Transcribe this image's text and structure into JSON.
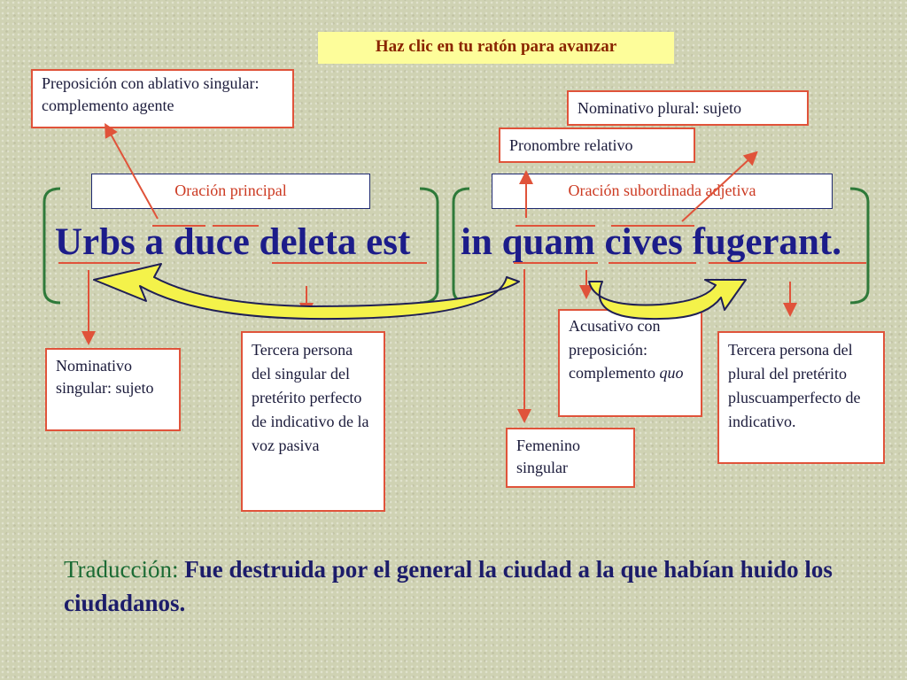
{
  "header": "Haz clic en tu ratón para avanzar",
  "notes": {
    "prep_ablativo": "Preposición con ablativo singular: complemento agente",
    "nom_plural": "Nominativo plural: sujeto",
    "pronombre": "Pronombre relativo",
    "nom_singular": "Nominativo singular: sujeto",
    "tercera_sing": "Tercera persona del singular del pretérito perfecto de indicativo de la voz pasiva",
    "acusativo_prefix": "Acusativo con preposición: complemento",
    "acusativo_word": "quo",
    "femenino": "Femenino singular",
    "tercera_plural": "Tercera persona del plural del pretérito pluscuamperfecto de indicativo."
  },
  "clauses": {
    "principal": "Oración principal",
    "subordinada": "Oración subordinada adjetiva"
  },
  "sentence": {
    "main": "Urbs a duce deleta est",
    "sub": "in quam cives fugerant."
  },
  "translation": {
    "lead": "Traducción: ",
    "text": "Fue destruida por el general la ciudad a la que habían huido los ciudadanos."
  },
  "colors": {
    "note_border": "#e0533a",
    "arrow_red": "#e0533a",
    "bracket_green": "#2f7a3a",
    "curved_arrow_fill": "#f4f24a",
    "latin_text": "#1c1c8a"
  }
}
